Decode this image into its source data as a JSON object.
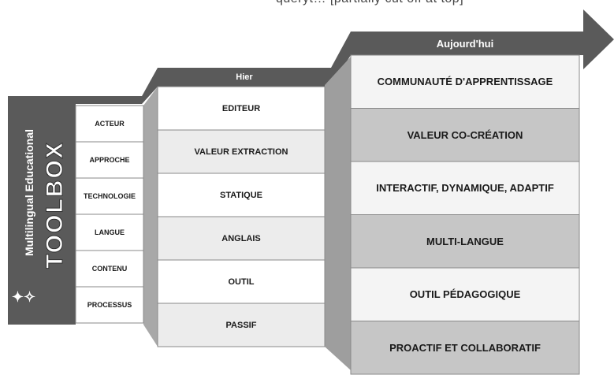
{
  "top_caption": "queryt… [partially cut off at top]",
  "brand": {
    "vertical_text": "Multilingual Educational",
    "logo_text": "TOOLBOX"
  },
  "headers": {
    "hier": "Hier",
    "today": "Aujourd'hui"
  },
  "categories": [
    "ACTEUR",
    "APPROCHE",
    "TECHNOLOGIE",
    "LANGUE",
    "CONTENU",
    "PROCESSUS"
  ],
  "hier_values": [
    "EDITEUR",
    "VALEUR EXTRACTION",
    "STATIQUE",
    "ANGLAIS",
    "OUTIL",
    "PASSIF"
  ],
  "today_values": [
    "COMMUNAUTÉ D'APPRENTISSAGE",
    "VALEUR CO-CRÉATION",
    "INTERACTIF, DYNAMIQUE, ADAPTIF",
    "MULTI-LANGUE",
    "OUTIL PÉDAGOGIQUE",
    "PROACTIF ET COLLABORATIF"
  ],
  "colors": {
    "arrow_dark": "#5a5a5a",
    "panel_gray": "#bdbdbd",
    "cell_light": "#f2f2f2",
    "cell_dark": "#c6c6c6",
    "text": "#1a1a1a"
  }
}
